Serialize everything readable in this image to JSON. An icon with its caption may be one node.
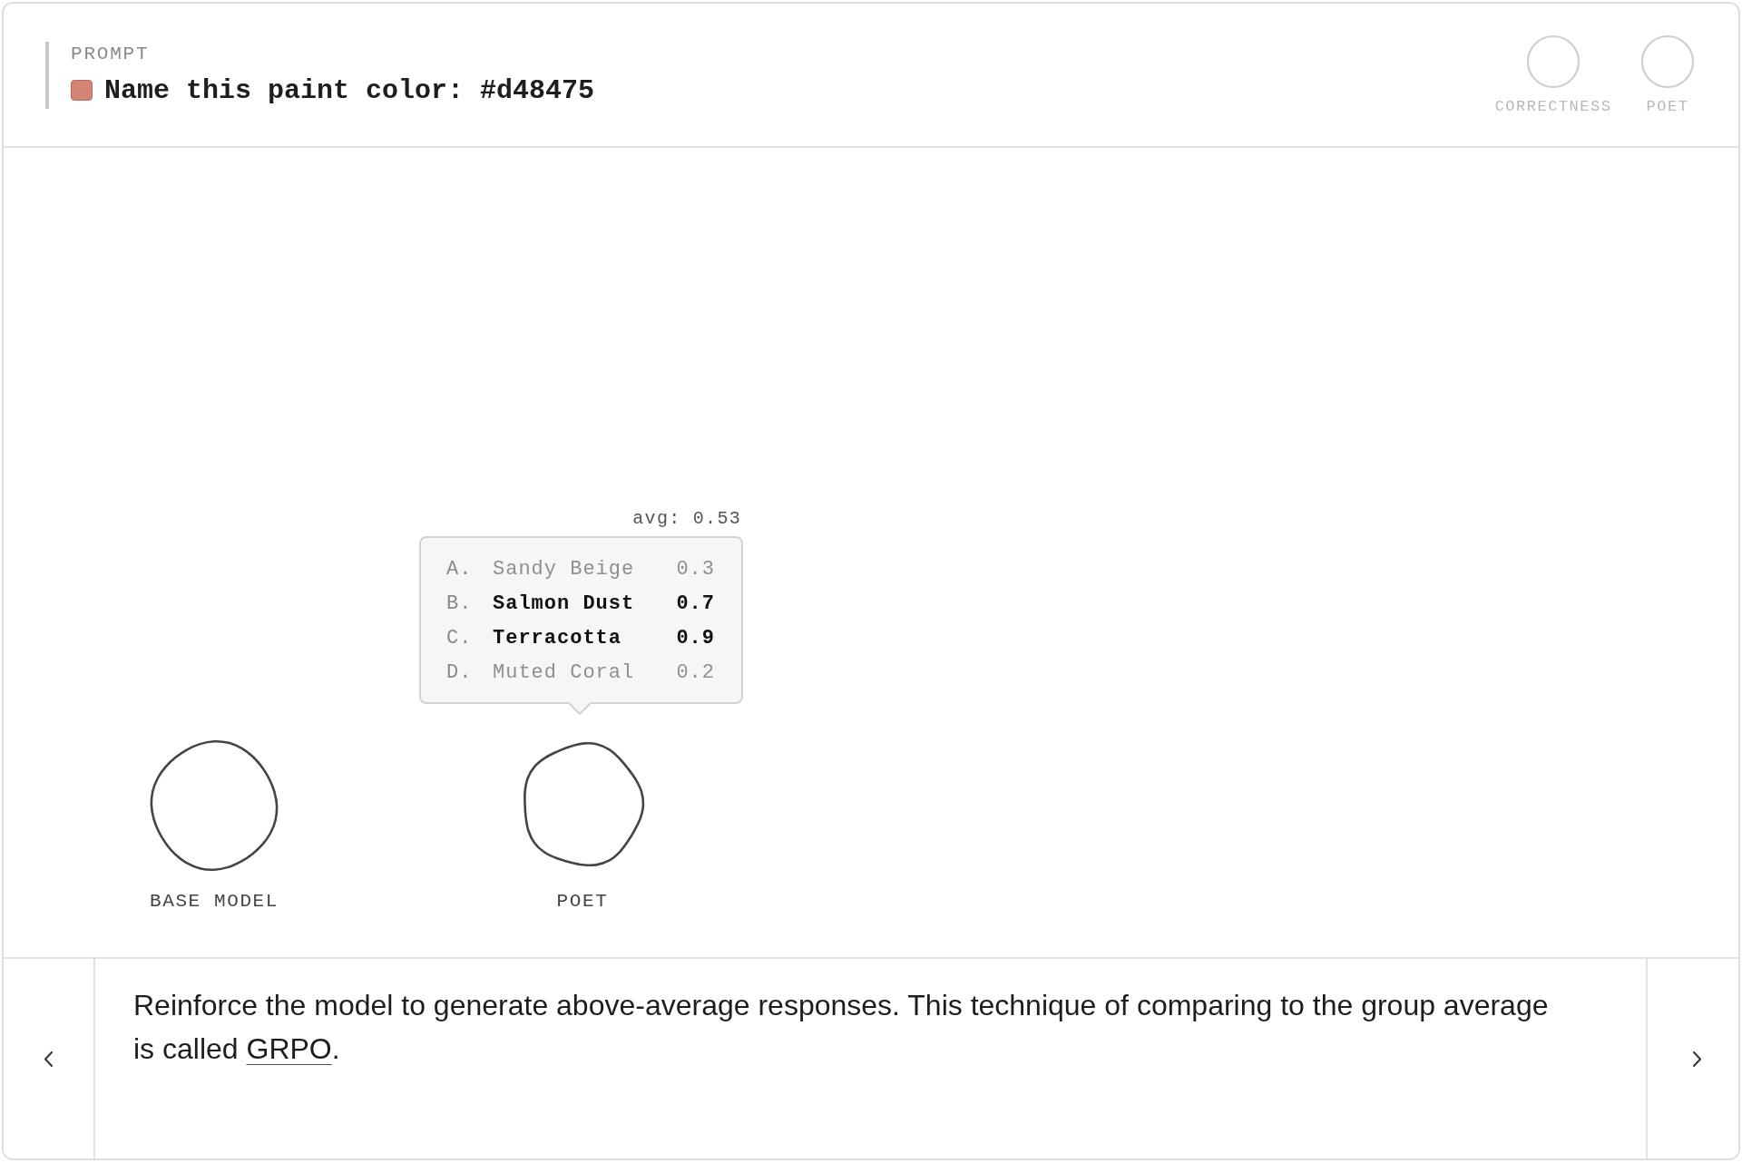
{
  "diagram": {
    "nodes": [
      {
        "text": [
          "CORRECTNESS"
        ]
      },
      {
        "text": [
          "POET"
        ]
      },
      {
        "text": [
          "avg: 0.53",
          "A.",
          "Sandy Beige",
          "0.3",
          "B.",
          "Salmon Dust",
          "0.7",
          "C.",
          "Terracotta",
          "0.9",
          "D.",
          "Muted Coral",
          "0.2"
        ]
      },
      {
        "text": [
          "BASE MODEL"
        ]
      },
      {
        "text": [
          "POET"
        ]
      }
    ],
    "labels": [
      "PROMPT",
      "Name this paint color: #d48475"
    ],
    "caption": "Reinforce the model to generate above-average responses. This technique of comparing to the group average is called GRPO."
  }
}
